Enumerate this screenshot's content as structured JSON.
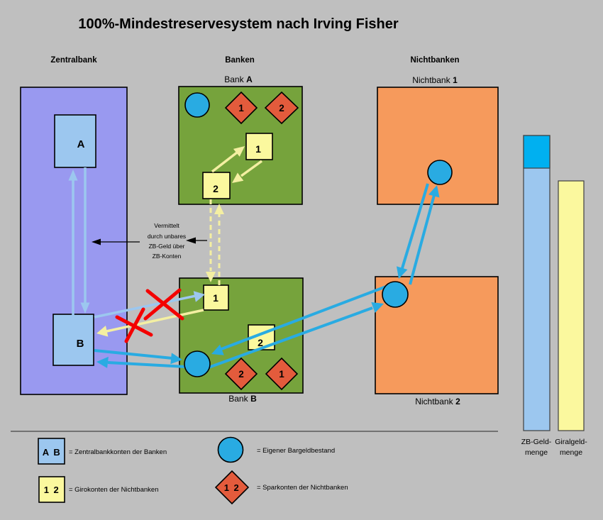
{
  "title": "100%-Mindestreservesystem nach Irving Fisher",
  "headers": {
    "zentralbank": "Zentralbank",
    "banken": "Banken",
    "nichtbanken": "Nichtbanken"
  },
  "zentralbank": {
    "account_a": "A",
    "account_b": "B"
  },
  "annotation": {
    "line1": "Vermittelt",
    "line2": "durch unbares",
    "line3": "ZB-Geld über",
    "line4": "ZB-Konten"
  },
  "bank_a": {
    "name": "Bank",
    "letter": "A",
    "giro_1": "1",
    "giro_2": "2",
    "spar_1": "1",
    "spar_2": "2"
  },
  "bank_b": {
    "name": "Bank",
    "letter": "B",
    "giro_1": "1",
    "giro_2": "2",
    "spar_1": "1",
    "spar_2": "2"
  },
  "nichtbank_1": {
    "name": "Nichtbank",
    "number": "1"
  },
  "nichtbank_2": {
    "name": "Nichtbank",
    "number": "2"
  },
  "bars": {
    "zb": {
      "line1": "ZB-Geld-",
      "line2": "menge"
    },
    "giral": {
      "line1": "Giralgeld-",
      "line2": "menge"
    }
  },
  "legend": {
    "zb_accounts": {
      "symbol": "A B",
      "text": "= Zentralbankkonten der Banken"
    },
    "giro_accounts": {
      "symbol": "1 2",
      "text": "= Girokonten der Nichtbanken"
    },
    "cash": {
      "text": "= Eigener Bargeldbestand"
    },
    "savings": {
      "symbol": "1 2",
      "text": "= Sparkonten der Nichtbanken"
    }
  },
  "colors": {
    "background": "#BFBFBF",
    "purple": "#9999F0",
    "light_blue": "#9CC7EF",
    "green": "#76A33C",
    "orange": "#F69A5C",
    "diamond_red": "#E35B3C",
    "pale_yellow": "#FBF89E",
    "yellow_arrow": "#F4EFA2",
    "bright_blue": "#29ABE2",
    "zb_cyan": "#00B0F0",
    "red": "#F40000",
    "divider": "#595959"
  }
}
